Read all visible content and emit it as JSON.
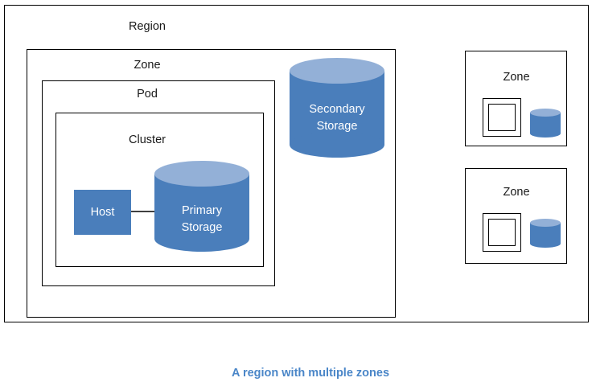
{
  "diagram": {
    "caption": "A region with multiple zones",
    "caption_color": "#4a86c8",
    "accent_color": "#4a7ebb",
    "accent_light_color": "#93b0d7",
    "border_color": "#000000",
    "connector_color": "#404040",
    "region": {
      "label": "Region"
    },
    "main_zone": {
      "label": "Zone",
      "pod": {
        "label": "Pod",
        "cluster": {
          "label": "Cluster",
          "host": {
            "label": "Host"
          },
          "primary_storage": {
            "line1": "Primary",
            "line2": "Storage"
          }
        }
      },
      "secondary_storage": {
        "line1": "Secondary",
        "line2": "Storage"
      }
    },
    "other_zones": [
      {
        "label": "Zone"
      },
      {
        "label": "Zone"
      }
    ]
  }
}
